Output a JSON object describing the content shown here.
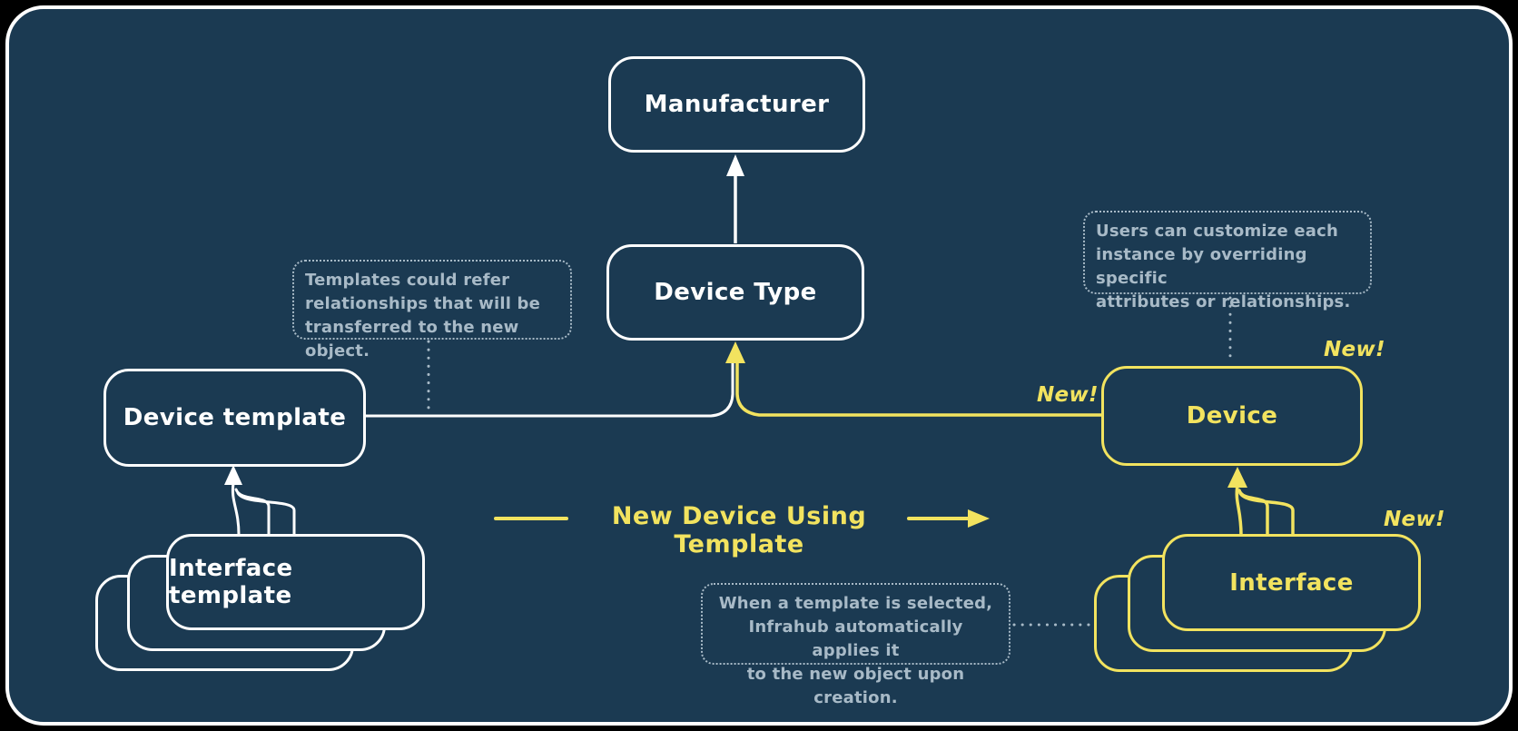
{
  "colors": {
    "page-bg": "#000000",
    "panel-bg": "#1b3a52",
    "stroke-white": "#ffffff",
    "accent-yellow": "#f2e35f",
    "note-gray": "#a8bac7"
  },
  "nodes": {
    "manufacturer": {
      "label": "Manufacturer"
    },
    "device_type": {
      "label": "Device Type"
    },
    "device_template": {
      "label": "Device template"
    },
    "interface_template": {
      "label": "Interface template"
    },
    "device": {
      "label": "Device"
    },
    "interface": {
      "label": "Interface"
    }
  },
  "notes": {
    "templates": {
      "lines": [
        "Templates could refer",
        "relationships that will be",
        "transferred to the new object."
      ]
    },
    "customize": {
      "lines": [
        "Users can customize each",
        "instance by overriding specific",
        "attributes or relationships."
      ]
    },
    "apply": {
      "lines": [
        "When a template is selected,",
        "Infrahub automatically applies it",
        "to the new object upon creation."
      ]
    }
  },
  "labels": {
    "flow": "New Device Using Template",
    "new_device_left": "New!",
    "new_device_top": "New!",
    "new_interface": "New!"
  }
}
